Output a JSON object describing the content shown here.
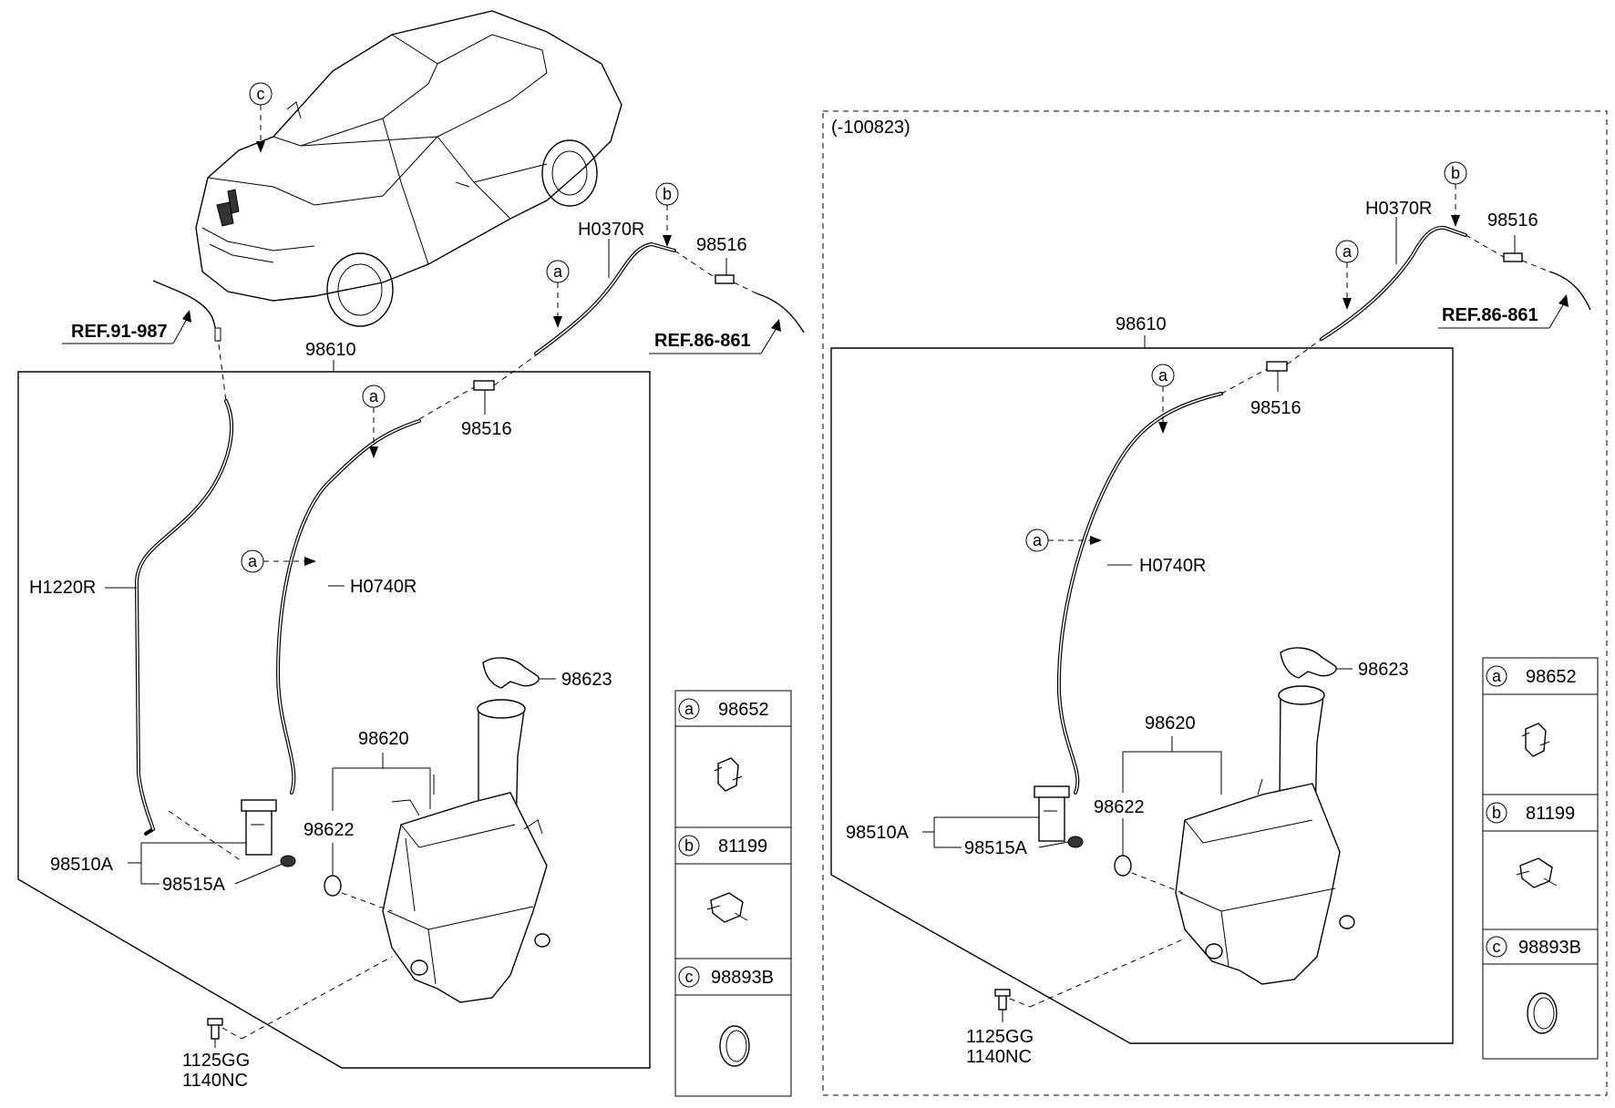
{
  "left": {
    "assembly": "98610",
    "hose_left": "H1220R",
    "hose_main": "H0740R",
    "hose_upper": "H0370R",
    "connector_upper": "98516",
    "connector_lower": "98516",
    "ref_left": "REF.91-987",
    "ref_right": "REF.86-861",
    "cap": "98623",
    "reservoir": "98620",
    "grommet": "98622",
    "pump": "98510A",
    "pump_seal": "98515A",
    "bolt_1": "1125GG",
    "bolt_2": "1140NC",
    "callout_a": "a",
    "callout_b": "b",
    "callout_c": "c"
  },
  "right": {
    "date_note": "(-100823)",
    "assembly": "98610",
    "hose_main": "H0740R",
    "hose_upper": "H0370R",
    "connector_upper": "98516",
    "connector_lower": "98516",
    "ref_right": "REF.86-861",
    "cap": "98623",
    "reservoir": "98620",
    "grommet": "98622",
    "pump": "98510A",
    "pump_seal": "98515A",
    "bolt_1": "1125GG",
    "bolt_2": "1140NC",
    "callout_a": "a",
    "callout_b": "b"
  },
  "legend_left": [
    {
      "key": "a",
      "part": "98652"
    },
    {
      "key": "b",
      "part": "81199"
    },
    {
      "key": "c",
      "part": "98893B"
    }
  ],
  "legend_right": [
    {
      "key": "a",
      "part": "98652"
    },
    {
      "key": "b",
      "part": "81199"
    },
    {
      "key": "c",
      "part": "98893B"
    }
  ]
}
